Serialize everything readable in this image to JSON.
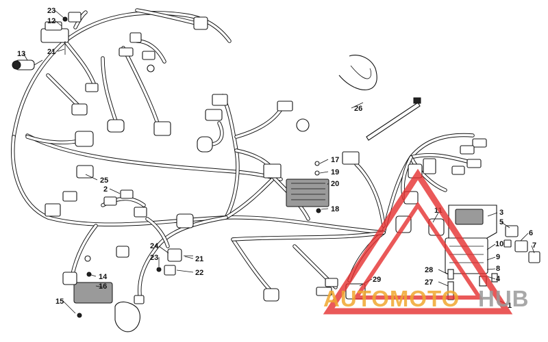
{
  "labels": {
    "l1": "1",
    "l2": "2",
    "l3": "3",
    "l4": "4",
    "l5": "5",
    "l6": "6",
    "l7": "7",
    "l8": "8",
    "l9": "9",
    "l10": "10",
    "l11": "11",
    "l12": "12",
    "l13": "13",
    "l14": "14",
    "l15": "15",
    "l16": "16",
    "l17": "17",
    "l18": "18",
    "l19": "19",
    "l20": "20",
    "l21a": "21",
    "l21b": "21",
    "l22": "22",
    "l23a": "23",
    "l23b": "23",
    "l24": "24",
    "l25": "25",
    "l26": "26",
    "l27": "27",
    "l28": "28",
    "l29": "29"
  },
  "watermark": {
    "part1": "AUTOMOTO",
    "part2": "HUB",
    "color_primary": "#f0a830",
    "color_secondary": "#9a9a9a",
    "logo_color": "#e63030"
  }
}
